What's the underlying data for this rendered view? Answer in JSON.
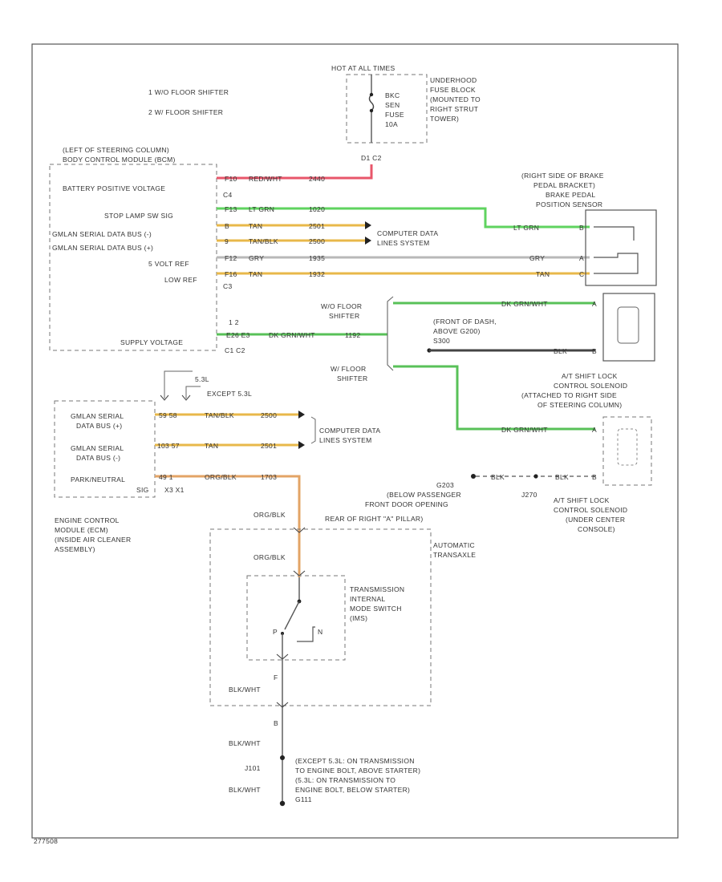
{
  "legend": {
    "item1": "1   W/O FLOOR SHIFTER",
    "item2": "2   W/ FLOOR SHIFTER"
  },
  "fuse_block": {
    "power_label": "HOT AT ALL TIMES",
    "fuse_l1": "BKC",
    "fuse_l2": "SEN",
    "fuse_l3": "FUSE",
    "fuse_l4": "10A",
    "name_l1": "UNDERHOOD",
    "name_l2": "FUSE BLOCK",
    "name_l3": "(MOUNTED TO",
    "name_l4": "RIGHT STRUT",
    "name_l5": "TOWER)",
    "connector": "D1  C2"
  },
  "bcm": {
    "title_l1": "(LEFT OF STEERING COLUMN)",
    "title_l2": "BODY CONTROL MODULE (BCM)",
    "battery": "BATTERY POSITIVE VOLTAGE",
    "c4": "C4",
    "stop_lamp": "STOP LAMP SW SIG",
    "bus_low": "GMLAN SERIAL DATA BUS (-)",
    "bus_high": "GMLAN SERIAL DATA BUS (+)",
    "ref5v": "5 VOLT REF",
    "low_ref": "LOW REF",
    "c3": "C3",
    "supply": "SUPPLY VOLTAGE",
    "pins_top": "1    2",
    "pins_bottom": "C1  C2"
  },
  "wires": {
    "w1_pin": "F10",
    "w1_color": "RED/WHT",
    "w1_circuit": "2440",
    "w2_pin": "F13",
    "w2_color": "LT GRN",
    "w2_circuit": "1020",
    "w3_pin": "B",
    "w3_color": "TAN",
    "w3_circuit": "2501",
    "w4_pin": "9",
    "w4_color": "TAN/BLK",
    "w4_circuit": "2500",
    "w5_pin": "F12",
    "w5_color": "GRY",
    "w5_circuit": "1935",
    "w6_pin": "F16",
    "w6_color": "TAN",
    "w6_circuit": "1932",
    "w7_pins": "E26  E3",
    "w7_color": "DK GRN/WHT",
    "w7_circuit": "1192",
    "w2_right_color": "LT GRN",
    "w5_right_color": "GRY",
    "w6_right_color": "TAN",
    "w7_upper_color": "DK GRN/WHT",
    "w7_lower_color": "DK GRN/WHT",
    "blk_upper": "BLK",
    "blk_lower": "BLK",
    "blk_lower2": "BLK"
  },
  "computer_data_1": {
    "l1": "COMPUTER DATA",
    "l2": "LINES SYSTEM"
  },
  "computer_data_2": {
    "l1": "COMPUTER DATA",
    "l2": "LINES SYSTEM"
  },
  "brake_sensor": {
    "l1": "(RIGHT SIDE OF BRAKE",
    "l2": "PEDAL BRACKET)",
    "l3": "BRAKE PEDAL",
    "l4": "POSITION SENSOR",
    "pin_sig": "B",
    "pin_ref": "A",
    "pin_low": "C"
  },
  "shifter": {
    "wo_l1": "W/O FLOOR",
    "wo_l2": "SHIFTER",
    "w_l1": "W/ FLOOR",
    "w_l2": "SHIFTER"
  },
  "dash": {
    "l1": "(FRONT OF DASH,",
    "l2": "ABOVE G200)",
    "l3": "S300"
  },
  "solenoid1": {
    "pin_a": "A",
    "pin_b": "B"
  },
  "solenoid2": {
    "l1": "A/T SHIFT LOCK",
    "l2": "CONTROL SOLENOID",
    "l3": "(ATTACHED TO RIGHT SIDE",
    "l4": "OF STEERING COLUMN)",
    "pin_a": "A",
    "pin_b": "B"
  },
  "solenoid_under": {
    "l1": "A/T SHIFT LOCK",
    "l2": "CONTROL SOLENOID",
    "l3": "(UNDER CENTER",
    "l4": "CONSOLE)"
  },
  "ground_g203": {
    "name": "G203",
    "l1": "(BELOW PASSENGER",
    "l2": "FRONT DOOR OPENING",
    "l3": "REAR OF RIGHT \"A\" PILLAR)",
    "splice": "J270"
  },
  "ecm": {
    "option1": "5.3L",
    "option2": "EXCEPT 5.3L",
    "bus_high_l1": "GMLAN SERIAL",
    "bus_high_l2": "DATA BUS (+)",
    "bus_low_l1": "GMLAN SERIAL",
    "bus_low_l2": "DATA BUS (-)",
    "pn_l1": "PARK/NEUTRAL",
    "pn_l2": "SIG",
    "pins_bottom": "X3  X1",
    "e_high_pin": "59  58",
    "e_high_color": "TAN/BLK",
    "e_high_circuit": "2500",
    "e_low_pin": "103  57",
    "e_low_color": "TAN",
    "e_low_circuit": "2501",
    "e_pn_pin": "49  1",
    "e_pn_color": "ORG/BLK",
    "e_pn_circuit": "1703",
    "name_l1": "ENGINE CONTROL",
    "name_l2": "MODULE (ECM)",
    "name_l3": "(INSIDE AIR CLEANER",
    "name_l4": "ASSEMBLY)"
  },
  "transaxle": {
    "name_l1": "AUTOMATIC",
    "name_l2": "TRANSAXLE",
    "org_top": "ORG/BLK",
    "org_mid": "ORG/BLK",
    "switch_l1": "TRANSMISSION",
    "switch_l2": "INTERNAL",
    "switch_l3": "MODE SWITCH",
    "switch_l4": "(IMS)",
    "sw_p": "P",
    "sw_n": "N",
    "pin_f": "F",
    "blk_wht_mid": "BLK/WHT",
    "pin_b": "B",
    "blk_wht_low": "BLK/WHT",
    "splice": "J101",
    "blk_wht_bottom": "BLK/WHT"
  },
  "ground_g111": {
    "l1": "(EXCEPT 5.3L: ON TRANSMISSION",
    "l2": "TO ENGINE BOLT, ABOVE STARTER)",
    "l3": "(5.3L: ON TRANSMISSION TO",
    "l4": "ENGINE BOLT, BELOW STARTER)",
    "l5": "G111"
  },
  "footer": {
    "ref": "277508"
  },
  "colors": {
    "red_wht": "#e8566a",
    "lt_grn": "#5fd35f",
    "tan": "#e8b84a",
    "gry": "#b8b8b8",
    "dk_grn": "#58c158",
    "org": "#e3a466",
    "blk": "#444444"
  }
}
